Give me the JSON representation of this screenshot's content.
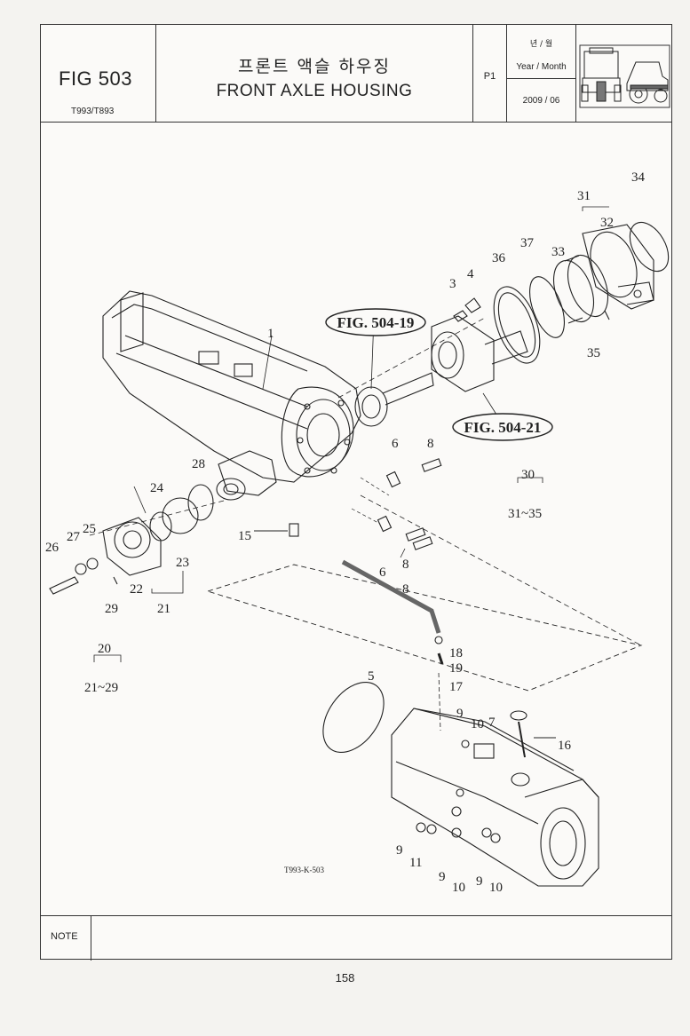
{
  "header": {
    "figure": "FIG 503",
    "model": "T993/T893",
    "title_kr": "프론트 액슬 하우징",
    "title_en": "FRONT AXLE HOUSING",
    "page_code": "P1",
    "year_month_kr": "년 / 월",
    "year_month_label": "Year / Month",
    "date": "2009 / 06"
  },
  "drawing": {
    "drawing_code": "T993-K-503",
    "fig_refs": [
      "FIG. 504-19",
      "FIG. 504-21"
    ],
    "part_labels": [
      "1",
      "3",
      "4",
      "5",
      "6",
      "6",
      "7",
      "8",
      "8",
      "8",
      "9",
      "9",
      "9",
      "9",
      "10",
      "10",
      "10",
      "11",
      "15",
      "16",
      "17",
      "18",
      "19",
      "20",
      "21",
      "22",
      "23",
      "24",
      "25",
      "26",
      "27",
      "28",
      "29",
      "30",
      "31",
      "32",
      "33",
      "34",
      "35",
      "36",
      "37"
    ],
    "group_labels": [
      {
        "number": "20",
        "range": "21~29"
      },
      {
        "number": "30",
        "range": "31~35"
      }
    ]
  },
  "note": {
    "label": "NOTE",
    "text": ""
  },
  "page_number": "158"
}
